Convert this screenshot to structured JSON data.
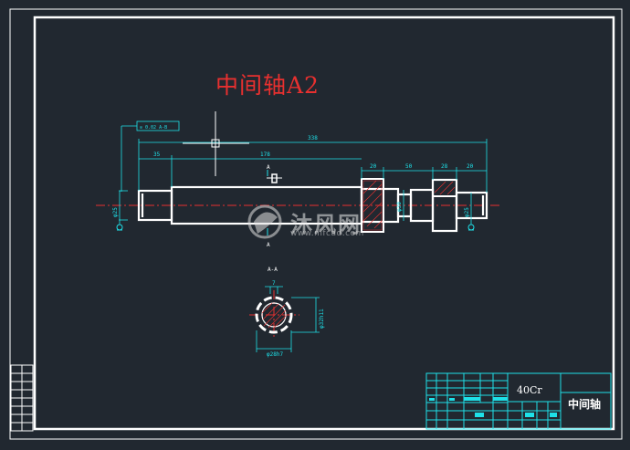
{
  "drawing": {
    "title": "中间轴A2",
    "material": "40Cr",
    "part_name": "中间轴"
  },
  "dimensions": {
    "overall_length": "338",
    "left_step": "35",
    "main_segment": "178",
    "seg_a": "20",
    "seg_b": "50",
    "seg_c": "28",
    "seg_d": "20",
    "section_arrow": "A",
    "section_label": "A-A",
    "spline_outer": "φ32h11",
    "spline_inner": "φ28h7",
    "left_diameter": "φ25",
    "right_diameter": "φ25",
    "center_diameter": "φ30",
    "tolerance_frame": "⊙ 0.02 A-B",
    "section_top": "7"
  },
  "watermark": {
    "brand": "沐风网",
    "url": "www.mfcad.com"
  },
  "colors": {
    "background": "#212830",
    "frame": "#ffffff",
    "dimension": "#1ee0e8",
    "centerline": "#e8302f",
    "title": "#e8302f"
  }
}
